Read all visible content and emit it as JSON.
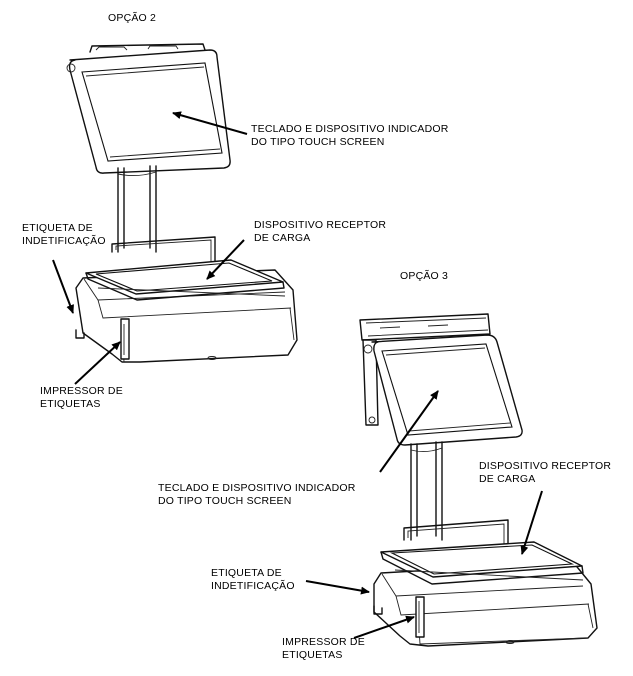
{
  "option2": {
    "title": "OPÇÃO 2",
    "screen_label": [
      "TECLADO E DISPOSITIVO INDICADOR",
      "DO TIPO TOUCH SCREEN"
    ],
    "receiver_label": [
      "DISPOSITIVO RECEPTOR",
      "DE CARGA"
    ],
    "tag_label": [
      "ETIQUETA DE",
      "INDETIFICAÇÃO"
    ],
    "printer_label": [
      "IMPRESSOR DE",
      "ETIQUETAS"
    ]
  },
  "option3": {
    "title": "OPÇÃO 3",
    "screen_label": [
      "TECLADO E DISPOSITIVO INDICADOR",
      "DO TIPO TOUCH SCREEN"
    ],
    "receiver_label": [
      "DISPOSITIVO RECEPTOR",
      "DE CARGA"
    ],
    "tag_label": [
      "ETIQUETA DE",
      "INDETIFICAÇÃO"
    ],
    "printer_label": [
      "IMPRESSOR DE",
      "ETIQUETAS"
    ]
  }
}
